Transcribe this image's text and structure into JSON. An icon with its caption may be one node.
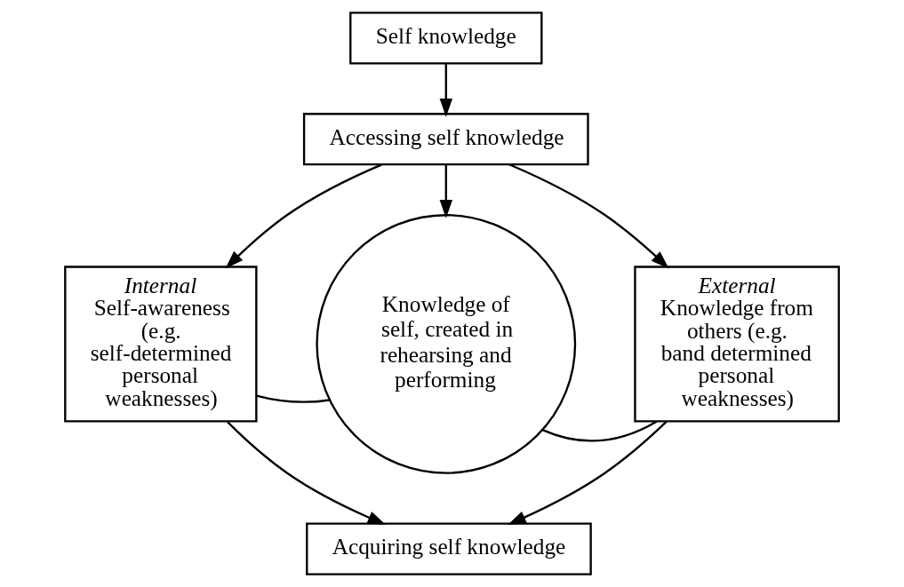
{
  "diagram": {
    "nodes": [
      {
        "text": [
          "Self knowledge"
        ]
      },
      {
        "text": [
          "Accessing self knowledge"
        ]
      },
      {
        "text": [
          "Internal",
          "Self-awareness (e.g. self-determined personal weaknesses)"
        ]
      },
      {
        "text": [
          "Knowledge of self, created in rehearsing and performing"
        ]
      },
      {
        "text": [
          "External",
          "Knowledge from others (e.g. band determined personal weaknesses)"
        ]
      },
      {
        "text": [
          "Acquiring self knowledge"
        ]
      }
    ],
    "edges": [
      {
        "from": 0,
        "to": 1,
        "arrow": "to"
      },
      {
        "from": 1,
        "to": 2,
        "arrow": "to"
      },
      {
        "from": 1,
        "to": 3,
        "arrow": "to"
      },
      {
        "from": 1,
        "to": 4,
        "arrow": "to"
      },
      {
        "from": 2,
        "to": 3,
        "arrow": "none"
      },
      {
        "from": 3,
        "to": 4,
        "arrow": "none"
      },
      {
        "from": 2,
        "to": 5,
        "arrow": "to"
      },
      {
        "from": 4,
        "to": 5,
        "arrow": "to"
      }
    ]
  }
}
